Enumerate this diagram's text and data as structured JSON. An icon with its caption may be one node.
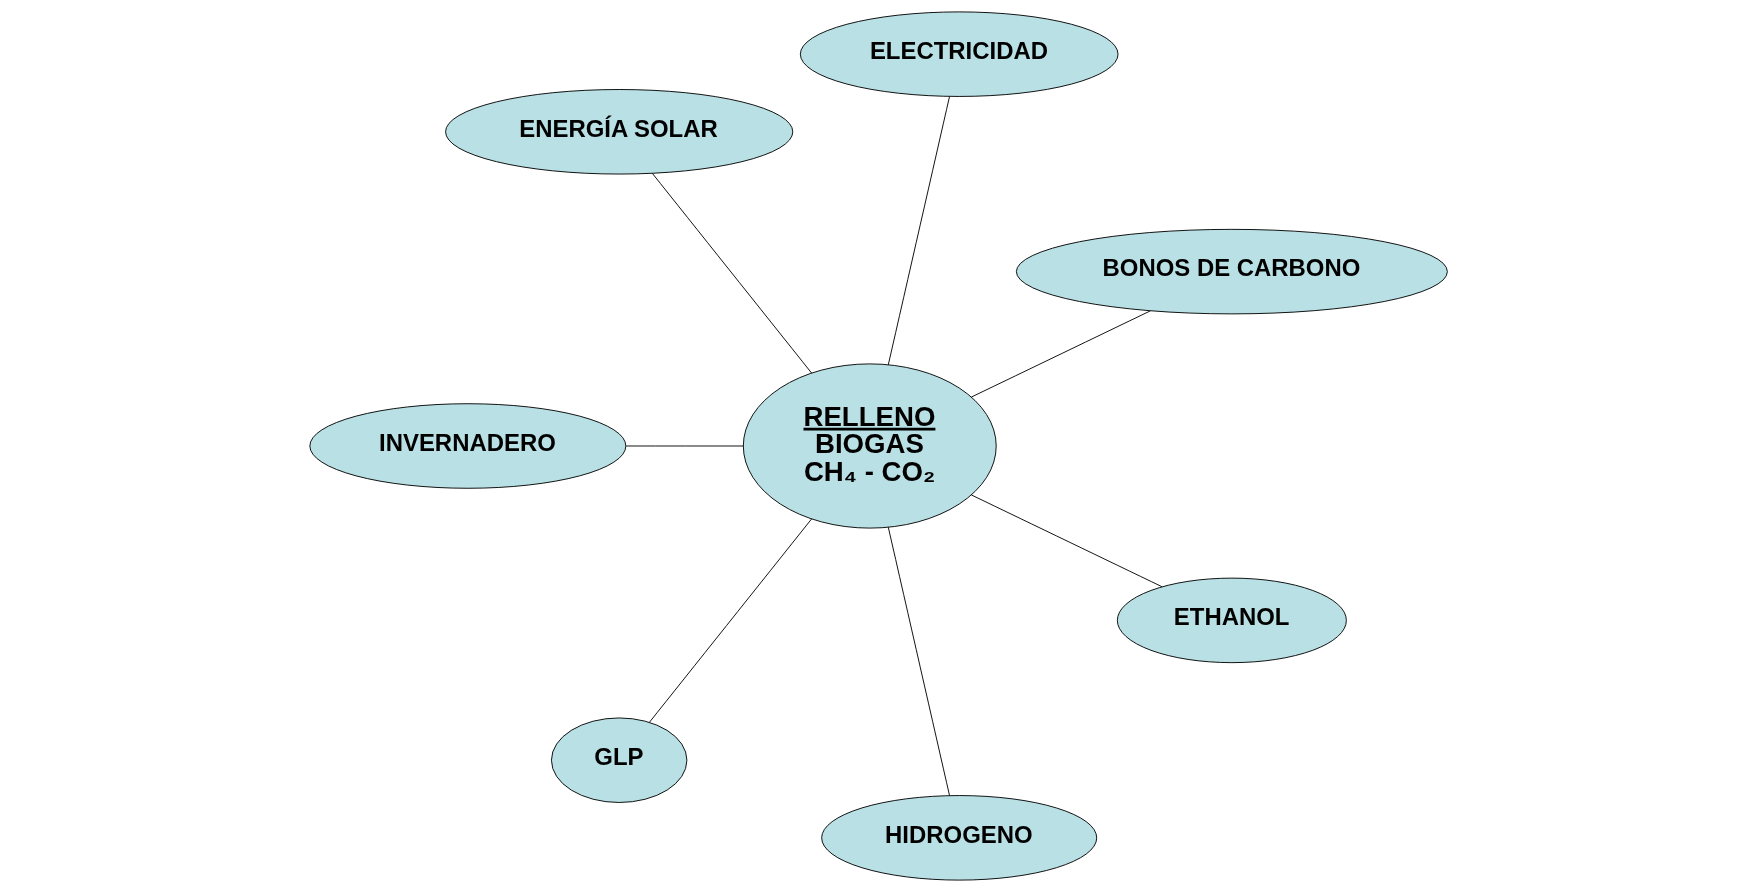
{
  "diagram": {
    "nodes": [
      {
        "text": [
          "RELLENO",
          "BIOGAS",
          "CH₄ - CO₂"
        ]
      },
      {
        "text": [
          "BONOS DE CARBONO"
        ]
      },
      {
        "text": [
          "ELECTRICIDAD"
        ]
      },
      {
        "text": [
          "ENERGÍA SOLAR"
        ]
      },
      {
        "text": [
          "INVERNADERO"
        ]
      },
      {
        "text": [
          "GLP"
        ]
      },
      {
        "text": [
          "HIDROGENO"
        ]
      },
      {
        "text": [
          "ETHANOL"
        ]
      }
    ],
    "edges": [
      {
        "from": 0,
        "to": 1,
        "arrow": "none"
      },
      {
        "from": 0,
        "to": 2,
        "arrow": "none"
      },
      {
        "from": 0,
        "to": 3,
        "arrow": "none"
      },
      {
        "from": 0,
        "to": 4,
        "arrow": "none"
      },
      {
        "from": 0,
        "to": 5,
        "arrow": "none"
      },
      {
        "from": 0,
        "to": 6,
        "arrow": "none"
      },
      {
        "from": 0,
        "to": 7,
        "arrow": "none"
      }
    ]
  }
}
